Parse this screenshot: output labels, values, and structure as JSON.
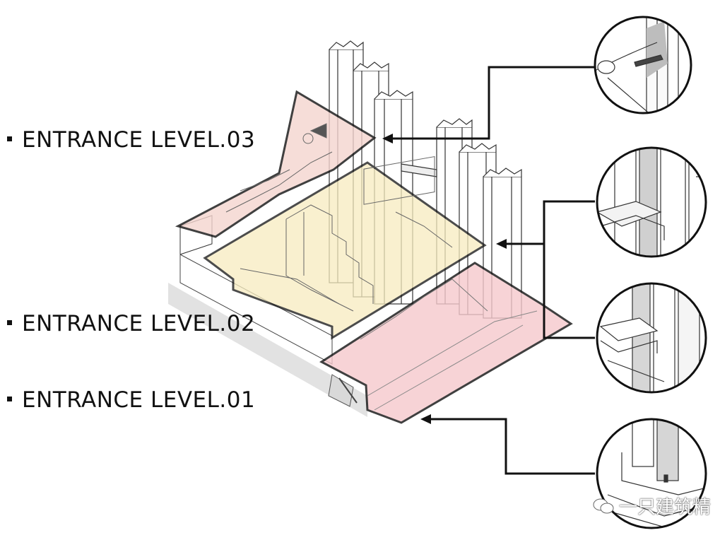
{
  "levels": [
    {
      "id": "level-03",
      "label": "ENTRANCE LEVEL.03",
      "fill": "#f5d5cf"
    },
    {
      "id": "level-02",
      "label": "ENTRANCE LEVEL.02",
      "fill": "#f7ecbf"
    },
    {
      "id": "level-01",
      "label": "ENTRANCE LEVEL.01",
      "fill": "#f6c9cd"
    }
  ],
  "watermark": {
    "text": "一只建筑精",
    "icon": "wechat-icon"
  },
  "colors": {
    "line": "#111111",
    "structure": "#ffffff",
    "shade": "#bdbdbd"
  }
}
